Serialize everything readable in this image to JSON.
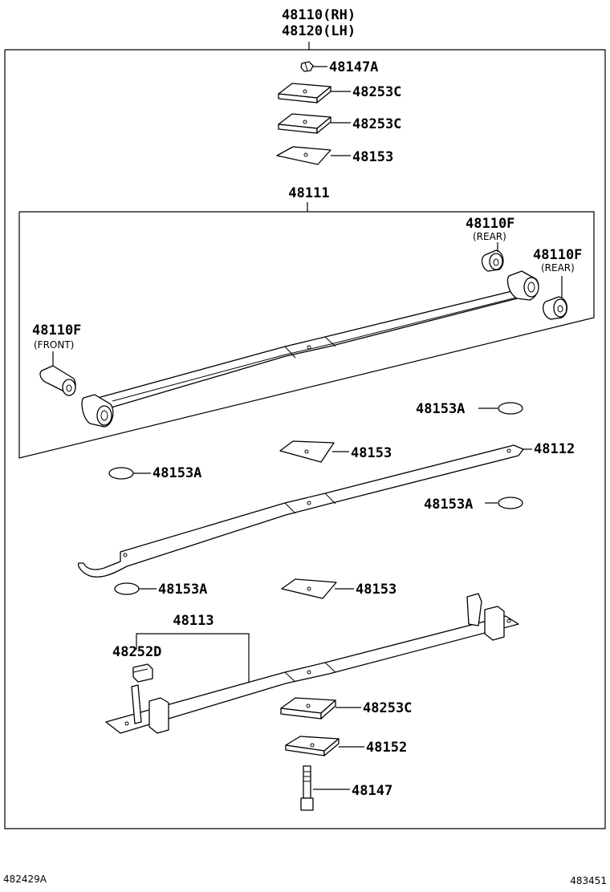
{
  "labels": {
    "assembly_rh": "48110(RH)",
    "assembly_lh": "48120(LH)",
    "nut": "48147A",
    "pad_top_1": "48253C",
    "pad_top_2": "48253C",
    "plate_top": "48153",
    "main_leaf": "48111",
    "bushing_rear_1": "48110F",
    "bushing_rear_1_note": "(REAR)",
    "bushing_rear_2": "48110F",
    "bushing_rear_2_note": "(REAR)",
    "bushing_front": "48110F",
    "bushing_front_note": "(FRONT)",
    "disc_1": "48153A",
    "plate_mid_1": "48153",
    "leaf_2": "48112",
    "disc_2": "48153A",
    "disc_3": "48153A",
    "disc_4": "48153A",
    "plate_mid_2": "48153",
    "leaf_3": "48113",
    "clip": "48252D",
    "pad_bottom": "48253C",
    "plate_bottom": "48152",
    "center_bolt": "48147"
  },
  "footer": {
    "left_code": "482429A",
    "right_code": "483451"
  }
}
